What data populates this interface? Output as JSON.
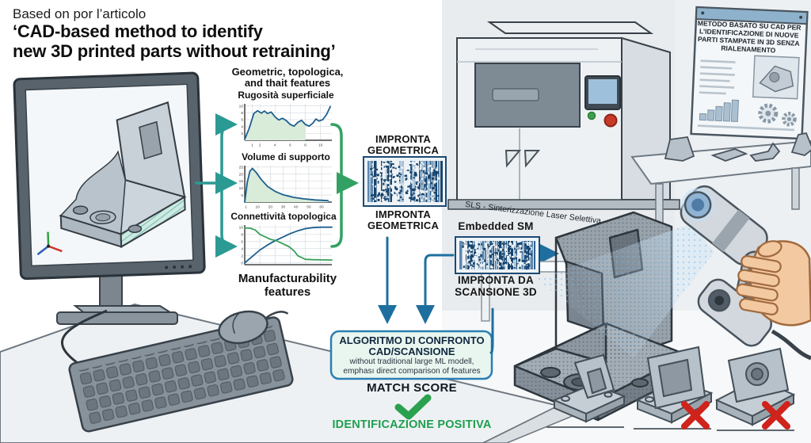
{
  "header": {
    "prefix": "Based on por l’articolo",
    "title": "‘CAD-based method to identify\nnew 3D printed parts without retraining’"
  },
  "features": {
    "heading": "Geometric, topologica,\nand thait features",
    "caption": "Manufacturability\nfeatures"
  },
  "chart_data": [
    {
      "type": "area",
      "title": "Rugosità superficiale",
      "xlim": [
        0,
        11.5
      ],
      "ylim": [
        0,
        10.6
      ],
      "grid": true,
      "legend": false,
      "xticks": [
        {
          "v": 1,
          "label": "1"
        },
        {
          "v": 2,
          "label": "2"
        },
        {
          "v": 4,
          "label": "4"
        },
        {
          "v": 6,
          "label": "6"
        },
        {
          "v": 8,
          "label": "8"
        },
        {
          "v": 10,
          "label": "10"
        }
      ],
      "yticks": [
        {
          "v": 2,
          "label": "2"
        },
        {
          "v": 4,
          "label": "4"
        },
        {
          "v": 6,
          "label": "6"
        },
        {
          "v": 8,
          "label": "8"
        },
        {
          "v": 10,
          "label": "10"
        }
      ],
      "series": [
        {
          "name": "rugosita",
          "color": "#1d5f8f",
          "fill": "#d9ecd9",
          "fill_until_x": 8,
          "x": [
            0,
            0.6,
            1.2,
            1.7,
            2.2,
            2.6,
            3.0,
            3.5,
            4.0,
            4.5,
            5.0,
            5.5,
            6.0,
            6.5,
            7.0,
            7.5,
            8.0,
            8.5,
            9.0,
            9.4,
            9.8,
            10.3,
            10.8,
            11.3
          ],
          "y": [
            0.3,
            3.5,
            7.8,
            8.6,
            7.9,
            8.5,
            7.8,
            8.2,
            6.8,
            5.9,
            6.4,
            5.7,
            4.6,
            4.1,
            5.2,
            5.8,
            4.6,
            4.1,
            5.0,
            6.2,
            5.6,
            6.0,
            7.5,
            9.8
          ]
        }
      ]
    },
    {
      "type": "area",
      "title": "Volume di supporto",
      "xlim": [
        0,
        68
      ],
      "ylim": [
        0,
        26
      ],
      "grid": true,
      "legend": false,
      "xticks": [
        {
          "v": 1,
          "label": "1"
        },
        {
          "v": 10,
          "label": "10"
        },
        {
          "v": 20,
          "label": "20"
        },
        {
          "v": 30,
          "label": "30"
        },
        {
          "v": 40,
          "label": "40"
        },
        {
          "v": 50,
          "label": "50"
        },
        {
          "v": 60,
          "label": "60"
        }
      ],
      "yticks": [
        {
          "v": 5,
          "label": "5"
        },
        {
          "v": 10,
          "label": "10"
        },
        {
          "v": 15,
          "label": "15"
        },
        {
          "v": 20,
          "label": "20"
        },
        {
          "v": 25,
          "label": "25"
        }
      ],
      "series": [
        {
          "name": "volume",
          "color": "#1d5f8f",
          "fill": "#d9ecd9",
          "x": [
            0,
            2,
            4,
            6,
            9,
            13,
            18,
            24,
            30,
            38,
            46,
            55,
            65
          ],
          "y": [
            0,
            14,
            22,
            24,
            21,
            16,
            11,
            7.5,
            5.2,
            3.4,
            2.3,
            1.5,
            1.0
          ]
        }
      ]
    },
    {
      "type": "line",
      "title": "Connettività topologica",
      "xlim": [
        0,
        11.5
      ],
      "ylim": [
        -0.5,
        10.6
      ],
      "grid": true,
      "legend": false,
      "xticks": [
        {
          "v": 2,
          "label": ""
        },
        {
          "v": 4,
          "label": ""
        },
        {
          "v": 6,
          "label": ""
        },
        {
          "v": 8,
          "label": ""
        },
        {
          "v": 10,
          "label": ""
        }
      ],
      "yticks": [
        {
          "v": 0,
          "label": "0"
        },
        {
          "v": 2,
          "label": "2"
        },
        {
          "v": 4,
          "label": "4"
        },
        {
          "v": 6,
          "label": "6"
        },
        {
          "v": 8,
          "label": "8"
        },
        {
          "v": 10,
          "label": "10"
        }
      ],
      "series": [
        {
          "name": "connettivita-crescente",
          "color": "#1d5f8f",
          "x": [
            0,
            1,
            2,
            3,
            4,
            5,
            6,
            7,
            8,
            9,
            10,
            11.5
          ],
          "y": [
            0,
            1.8,
            3.6,
            5,
            6.2,
            7.2,
            8.2,
            9,
            9.6,
            9.9,
            10,
            10
          ]
        },
        {
          "name": "connettivita-decrescente",
          "color": "#3ba05e",
          "x": [
            0,
            0.8,
            1.4,
            2,
            2.6,
            3.4,
            4.2,
            5,
            5.8,
            6.5,
            7,
            8,
            9,
            10,
            11.5
          ],
          "y": [
            9.8,
            9.7,
            9.2,
            8.0,
            7.4,
            6.6,
            6.2,
            5.4,
            4.6,
            3.4,
            2.0,
            1.0,
            0.9,
            0.85,
            0.8
          ]
        }
      ]
    }
  ],
  "fingerprints": {
    "cad_top": "IMPRONTA GEOMETRICA",
    "cad_bottom": "IMPRONTA GEOMETRICA",
    "embedded": "Embedded SM",
    "scan": "IMPRONTA DA SCANSIONE 3D"
  },
  "printer": {
    "label": "SLS - Sinterizzazione Laser Selettiva"
  },
  "algorithm": {
    "title": "ALGORITMO DI CONFRONTO\nCAD/SCANSIONE",
    "subtitle": "without traditional large ML modell,\nemphası direct comparison of features"
  },
  "result": {
    "match_score": "MATCH SCORE",
    "check_icon": "green-check",
    "positive": "IDENTIFICAZIONE POSITIVA"
  },
  "poster": {
    "title": "METODO BASATO SU CAD PER L’IDENTIFICAZIONE DI NUOVE PARTI STAMPATE IN 3D SENZA RIALENAMENTO"
  },
  "candidates": {
    "count": 3,
    "rejected": [
      false,
      true,
      true
    ],
    "reject_mark": "✗"
  },
  "colors": {
    "accent_teal": "#2a9a93",
    "accent_green": "#33a163",
    "accent_blue": "#1e6f9f",
    "barcode_navy": "#1c4a74",
    "box_fill": "#e9f6ef",
    "box_border": "#2a7fb3",
    "check_green": "#2aa14f",
    "positive_green": "#1f9e4f",
    "reject_red": "#cf231b",
    "wall_gray": "#e8ecef",
    "hatch_teal": "#5fae9f"
  }
}
